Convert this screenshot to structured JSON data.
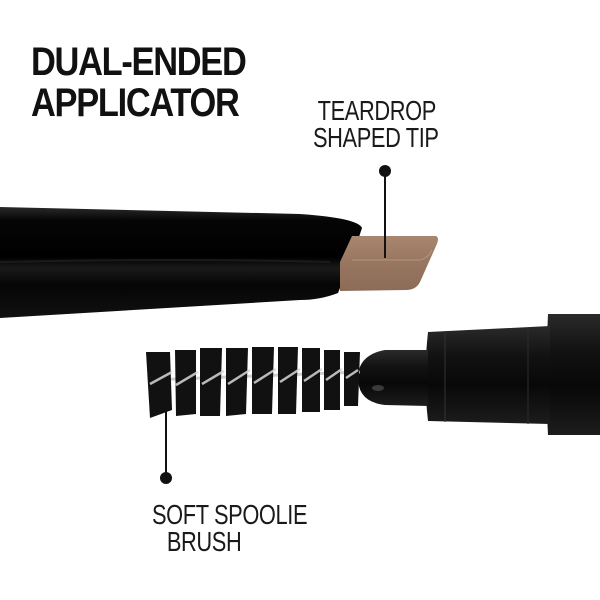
{
  "title": {
    "line1": "DUAL-ENDED",
    "line2": "APPLICATOR"
  },
  "callouts": {
    "tip": {
      "line1": "TEARDROP",
      "line2": "SHAPED TIP"
    },
    "brush": {
      "line1": "SOFT SPOOLIE",
      "line2": "BRUSH"
    }
  },
  "colors": {
    "background": "#ffffff",
    "text": "#111111",
    "pencil_body": "#0a0a0a",
    "pencil_tip": "#9c7a63",
    "brush_bristles": "#111111"
  }
}
